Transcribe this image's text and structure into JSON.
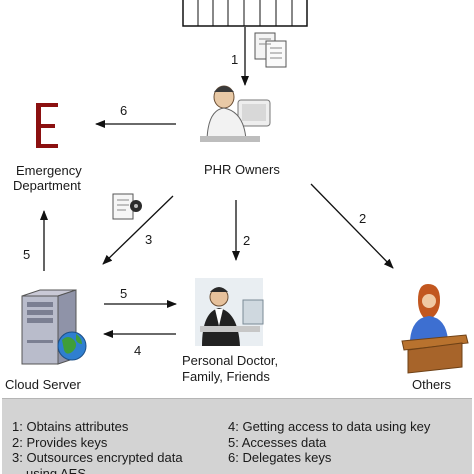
{
  "nodes": {
    "phr_owners": "PHR Owners",
    "emergency": [
      "Emergency",
      "Department"
    ],
    "cloud_server": "Cloud Server",
    "personal": [
      "Personal Doctor,",
      "Family, Friends"
    ],
    "others": "Others"
  },
  "arrow_labels": {
    "attr_to_owner": "1",
    "owner_to_emergency": "6",
    "owner_to_cloud": "3",
    "owner_to_personal": "2",
    "owner_to_others": "2",
    "cloud_to_emergency": "5",
    "cloud_to_personal": "5",
    "personal_to_cloud": "4"
  },
  "legend": {
    "left": [
      "1: Obtains attributes",
      "2: Provides keys",
      "3: Outsources encrypted data",
      "using AES"
    ],
    "right": [
      "4: Getting access to data using key",
      "5: Accesses data",
      "6: Delegates keys"
    ]
  },
  "colors": {
    "emergency_symbol": "#8b1010",
    "legend_background": "#d3d3d3",
    "arrow": "#111111"
  },
  "icons": [
    "attribute-authority-icon",
    "documents-icon",
    "phr-owner-person-icon",
    "emergency-symbol-icon",
    "document-lock-icon",
    "cloud-server-icon",
    "personal-doctor-icon",
    "others-person-icon"
  ]
}
